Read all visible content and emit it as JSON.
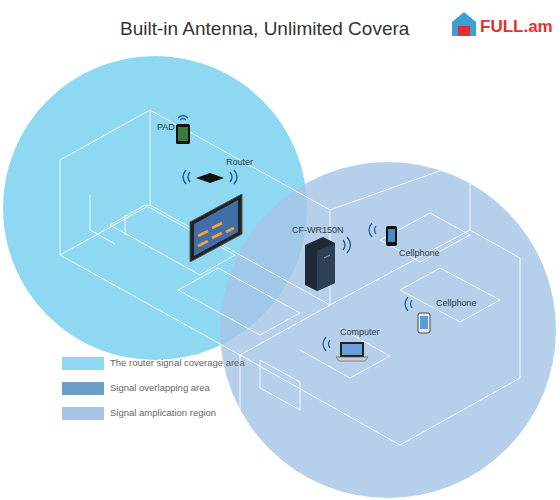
{
  "diagram": {
    "title": "Built-in Antenna, Unlimited Covera",
    "labels": [
      "PAD",
      "Router",
      "CF-WR150N",
      "Cellphone",
      "Cellphone",
      "Computer",
      "FULL.am"
    ],
    "legend": [
      {
        "text": "The router signal coverage area",
        "color": "#8fd8f2"
      },
      {
        "text": "Signal overlapping area",
        "color": "#6e9fc7"
      },
      {
        "text": "Signal amplication region",
        "color": "#a6c4e6"
      }
    ]
  }
}
